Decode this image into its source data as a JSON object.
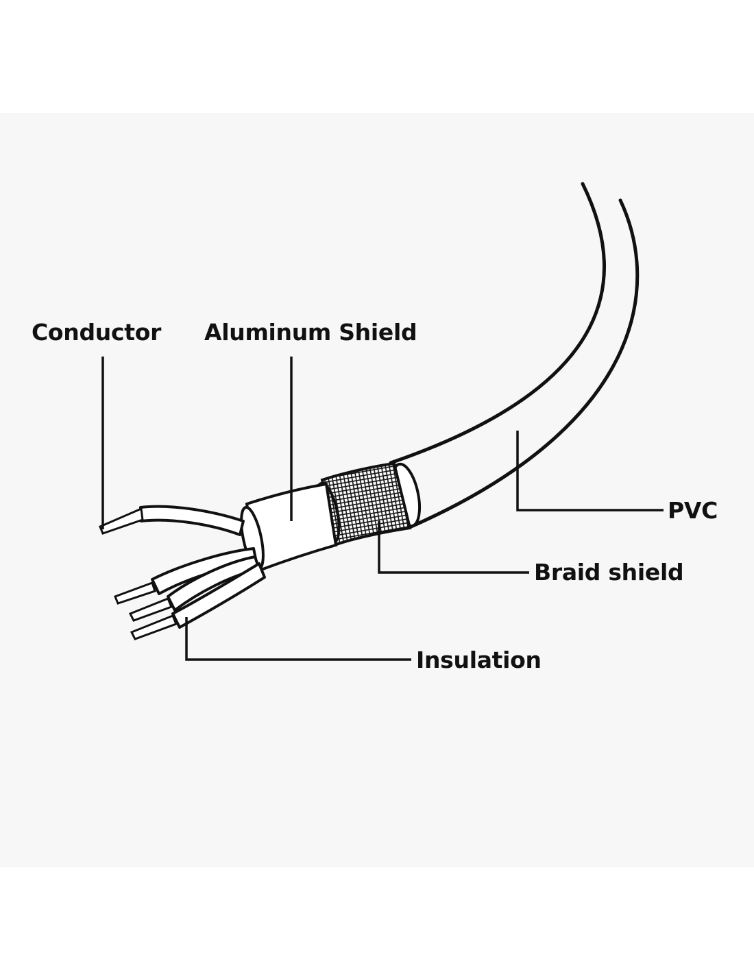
{
  "diagram": {
    "labels": {
      "conductor": "Conductor",
      "aluminum_shield": "Aluminum Shield",
      "pvc": "PVC",
      "braid_shield": "Braid shield",
      "insulation": "Insulation"
    }
  },
  "colors": {
    "ink": "#111111",
    "background": "#ffffff",
    "panel": "#f7f7f7"
  }
}
